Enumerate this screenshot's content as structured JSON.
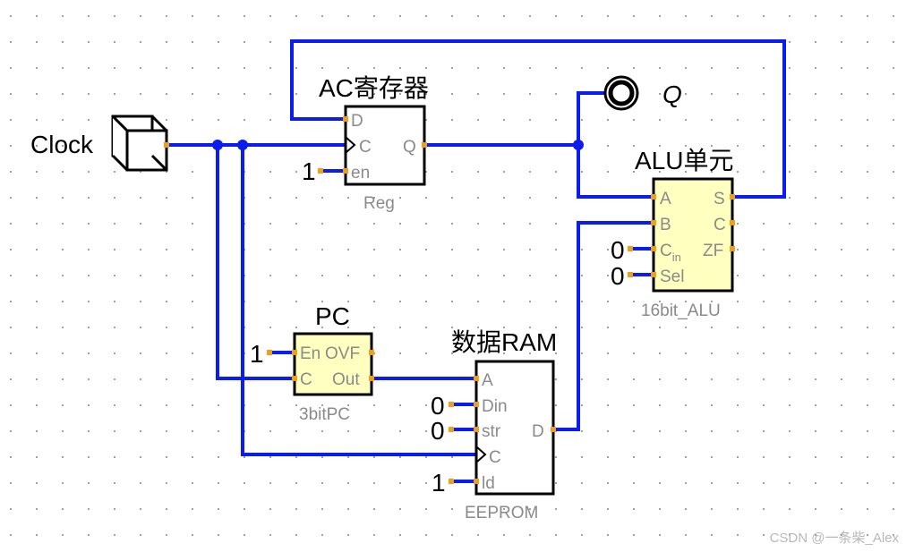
{
  "clock": {
    "label": "Clock"
  },
  "output": {
    "label": "Q"
  },
  "register": {
    "title": "AC寄存器",
    "type": "Reg",
    "pin_d": "D",
    "pin_c": "C",
    "pin_en": "en",
    "pin_q": "Q",
    "const_en": "1"
  },
  "alu": {
    "title": "ALU单元",
    "type": "16bit_ALU",
    "pin_a": "A",
    "pin_b": "B",
    "pin_cin": "C",
    "pin_cin_sub": "in",
    "pin_sel": "Sel",
    "pin_s": "S",
    "pin_c": "C",
    "pin_zf": "ZF",
    "const_cin": "0",
    "const_sel": "0"
  },
  "pc": {
    "title": "PC",
    "type": "3bitPC",
    "pin_en": "En",
    "pin_c": "C",
    "pin_ovf": "OVF",
    "pin_out": "Out",
    "const_en": "1"
  },
  "ram": {
    "title": "数据RAM",
    "type": "EEPROM",
    "pin_a": "A",
    "pin_din": "Din",
    "pin_str": "str",
    "pin_c": "C",
    "pin_ld": "ld",
    "pin_d": "D",
    "const_din": "0",
    "const_str": "0",
    "const_ld": "1"
  },
  "watermark": "CSDN @一条柴_Alex",
  "colors": {
    "wire": "#0a1cf0",
    "pin": "#f0a018",
    "component_fill": "#ffffc0",
    "grid_dot": "#a0a0a0"
  }
}
